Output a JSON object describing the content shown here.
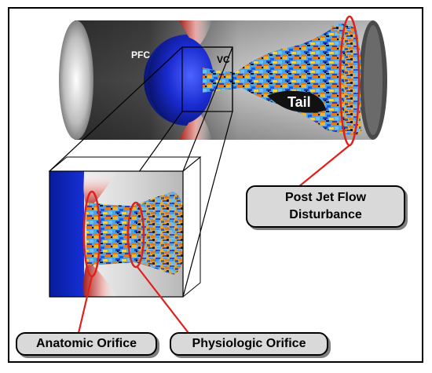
{
  "labels": {
    "pfc": "PFC",
    "vc": "VC",
    "tail": "Tail",
    "post_jet_line1": "Post Jet Flow",
    "post_jet_line2": "Disturbance",
    "anatomic_orifice": "Anatomic Orifice",
    "physiologic_orifice": "Physiologic Orifice"
  },
  "colors": {
    "highlight_ring": "#e0201b",
    "pfc_sphere": "#1a2bd0",
    "callout_fill": "#d9d9d9"
  }
}
